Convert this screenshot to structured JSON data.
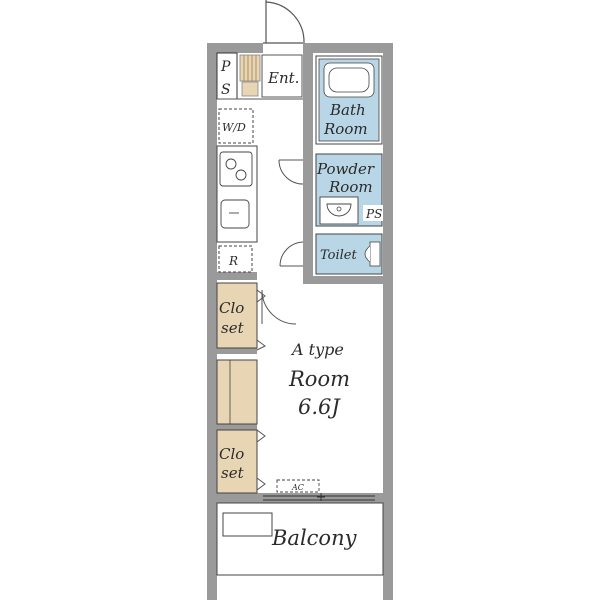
{
  "labels": {
    "ps_p": "P",
    "ps_s": "S",
    "entrance": "Ent.",
    "wd": "W/D",
    "bath_1": "Bath",
    "bath_2": "Room",
    "powder_1": "Powder",
    "powder_2": "Room",
    "ps_right": "PS",
    "toilet": "Toilet",
    "refrigerator": "R",
    "closet_top_1": "Clo",
    "closet_top_2": "set",
    "closet_bottom_1": "Clo",
    "closet_bottom_2": "set",
    "room_type": "A type",
    "room_name": "Room",
    "room_size": "6.6J",
    "ac": "AC",
    "balcony": "Balcony"
  },
  "colors": {
    "wall": "#9a9a9a",
    "closet": "#e7d5b3",
    "wet_area": "#b8d6e6",
    "floor": "#ffffff",
    "line": "#333333"
  }
}
